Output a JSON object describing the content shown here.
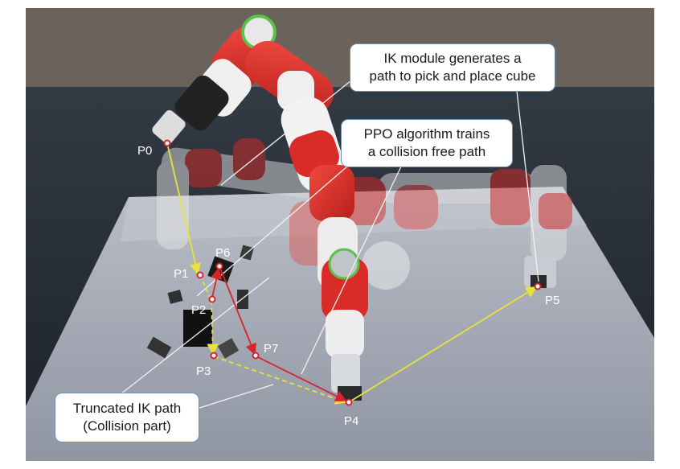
{
  "annotations": {
    "ik_module": [
      "IK module generates a",
      "path to pick and place cube"
    ],
    "ppo": [
      "PPO algorithm trains",
      "a collision free path"
    ],
    "truncated": [
      "Truncated IK path",
      "(Collision part)"
    ]
  },
  "points": {
    "p0": "P0",
    "p1": "P1",
    "p2": "P2",
    "p3": "P3",
    "p4": "P4",
    "p5": "P5",
    "p6": "P6",
    "p7": "P7"
  },
  "colors": {
    "ik_path": "#e8e23a",
    "ppo_path": "#d8232a",
    "robot_red": "#d92c28",
    "robot_white": "#f2f2f2",
    "table": "#a9afbb",
    "wall": "#262d36",
    "ceiling": "#6b625b"
  }
}
